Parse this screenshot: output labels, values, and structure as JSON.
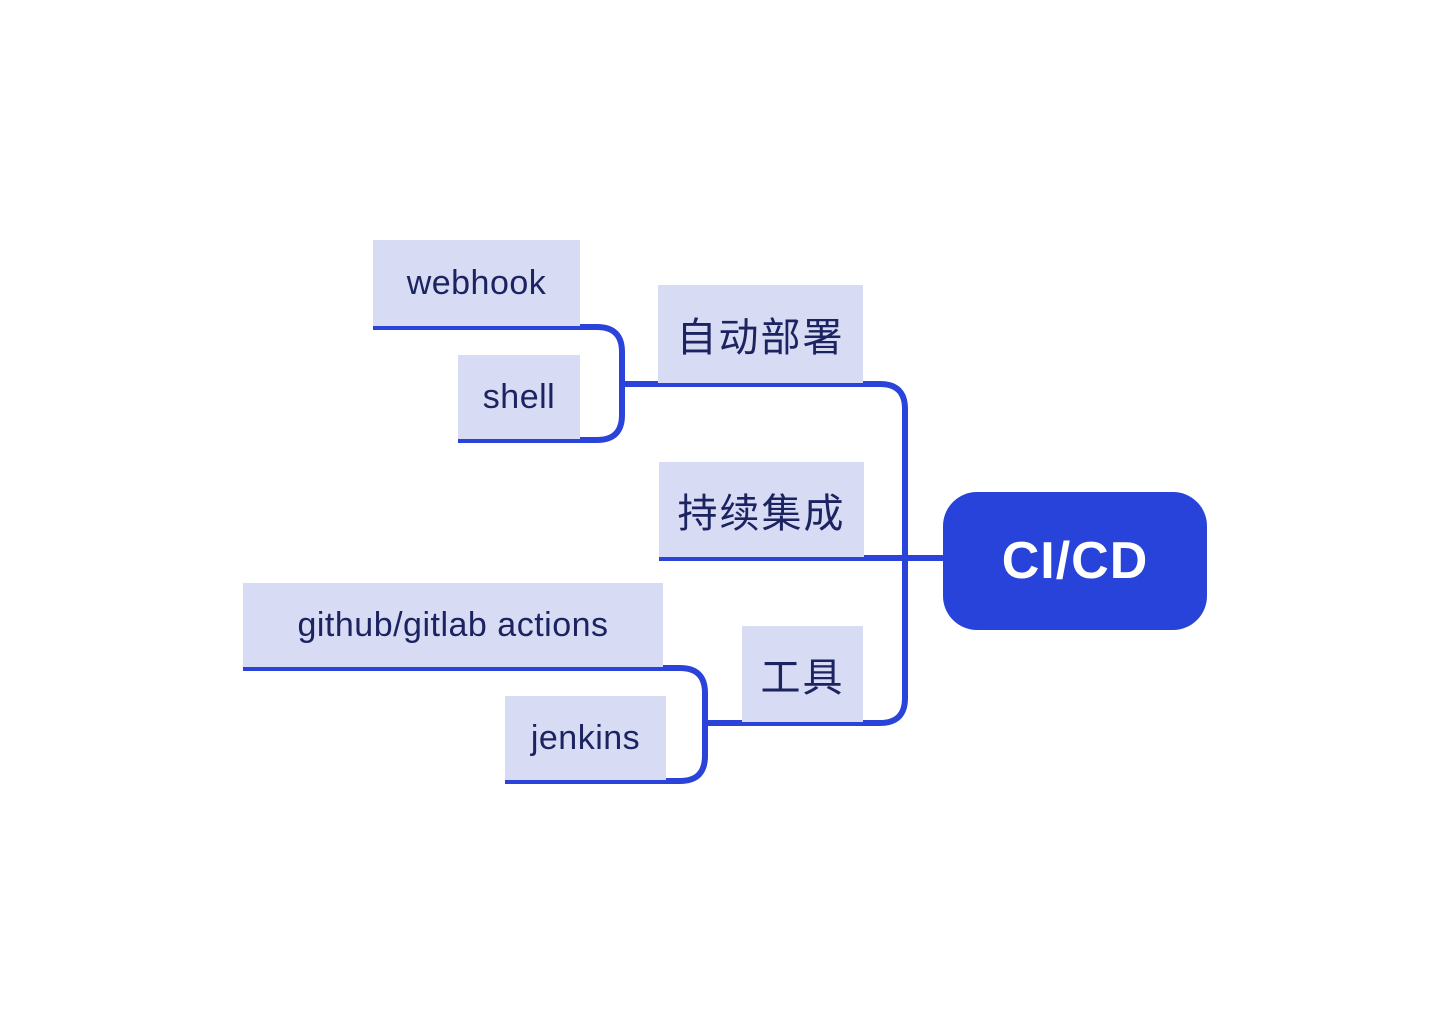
{
  "diagram": {
    "type": "mindmap",
    "root": {
      "label": "CI/CD"
    },
    "branches": [
      {
        "label": "自动部署",
        "children": [
          {
            "label": "webhook"
          },
          {
            "label": "shell"
          }
        ]
      },
      {
        "label": "持续集成",
        "children": []
      },
      {
        "label": "工具",
        "children": [
          {
            "label": "github/gitlab actions"
          },
          {
            "label": "jenkins"
          }
        ]
      }
    ],
    "colors": {
      "canvas_bg": "#FFFFFF",
      "root_bg": "#2843D9",
      "root_text": "#FFFFFF",
      "branch_line": "#2A44D9",
      "node_bg": "#D8DBF4",
      "node_text": "#1B2361"
    }
  }
}
